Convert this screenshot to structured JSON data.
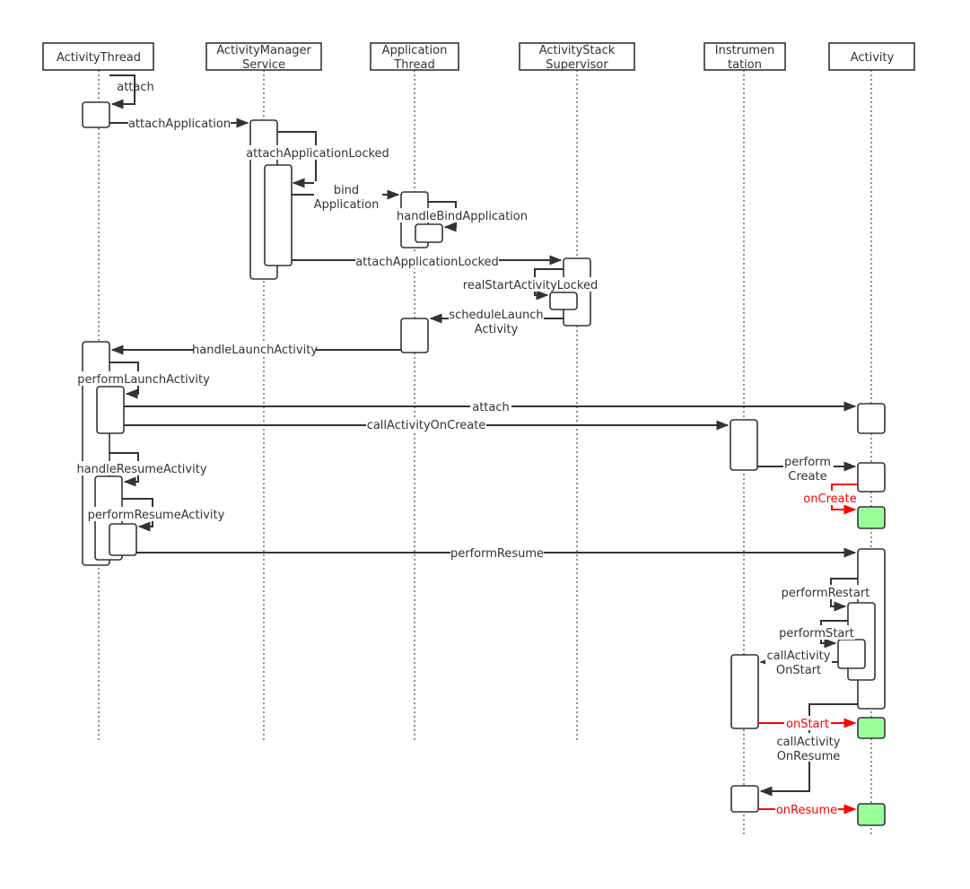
{
  "participants": [
    {
      "id": "activity_thread",
      "lines": [
        "ActivityThread"
      ]
    },
    {
      "id": "ams",
      "lines": [
        "ActivityManager",
        "Service"
      ]
    },
    {
      "id": "app_thread",
      "lines": [
        "Application",
        "Thread"
      ]
    },
    {
      "id": "stack_supervisor",
      "lines": [
        "ActivityStack",
        "Supervisor"
      ]
    },
    {
      "id": "instrumentation",
      "lines": [
        "Instrumen",
        "tation"
      ]
    },
    {
      "id": "activity",
      "lines": [
        "Activity"
      ]
    }
  ],
  "messages": [
    {
      "id": "attach_self",
      "text": [
        "attach"
      ]
    },
    {
      "id": "attach_application",
      "text": [
        "attachApplication"
      ]
    },
    {
      "id": "attach_application_locked",
      "text": [
        "attachApplicationLocked"
      ]
    },
    {
      "id": "bind_application",
      "text": [
        "bind",
        "Application"
      ]
    },
    {
      "id": "handle_bind_application",
      "text": [
        "handleBindApplication"
      ]
    },
    {
      "id": "attach_application_locked_2",
      "text": [
        "attachApplicationLocked"
      ]
    },
    {
      "id": "real_start_activity_locked",
      "text": [
        "realStartActivityLocked"
      ]
    },
    {
      "id": "schedule_launch_activity",
      "text": [
        "scheduleLaunch",
        "Activity"
      ]
    },
    {
      "id": "handle_launch_activity",
      "text": [
        "handleLaunchActivity"
      ]
    },
    {
      "id": "perform_launch_activity",
      "text": [
        "performLaunchActivity"
      ]
    },
    {
      "id": "attach_activity",
      "text": [
        "attach"
      ]
    },
    {
      "id": "call_activity_on_create",
      "text": [
        "callActivityOnCreate"
      ]
    },
    {
      "id": "perform_create",
      "text": [
        "perform",
        "Create"
      ]
    },
    {
      "id": "on_create",
      "text": [
        "onCreate"
      ]
    },
    {
      "id": "handle_resume_activity",
      "text": [
        "handleResumeActivity"
      ]
    },
    {
      "id": "perform_resume_activity",
      "text": [
        "performResumeActivity"
      ]
    },
    {
      "id": "perform_resume",
      "text": [
        "performResume"
      ]
    },
    {
      "id": "perform_restart",
      "text": [
        "performRestart"
      ]
    },
    {
      "id": "perform_start",
      "text": [
        "performStart"
      ]
    },
    {
      "id": "call_activity_on_start",
      "text": [
        "callActivity",
        "OnStart"
      ]
    },
    {
      "id": "on_start",
      "text": [
        "onStart"
      ]
    },
    {
      "id": "call_activity_on_resume",
      "text": [
        "callActivity",
        "OnResume"
      ]
    },
    {
      "id": "on_resume",
      "text": [
        "onResume"
      ]
    }
  ],
  "colors": {
    "line": "#333333",
    "lifecycle_callback": "#ff0000",
    "lifecycle_activation_fill": "#99ff99"
  }
}
